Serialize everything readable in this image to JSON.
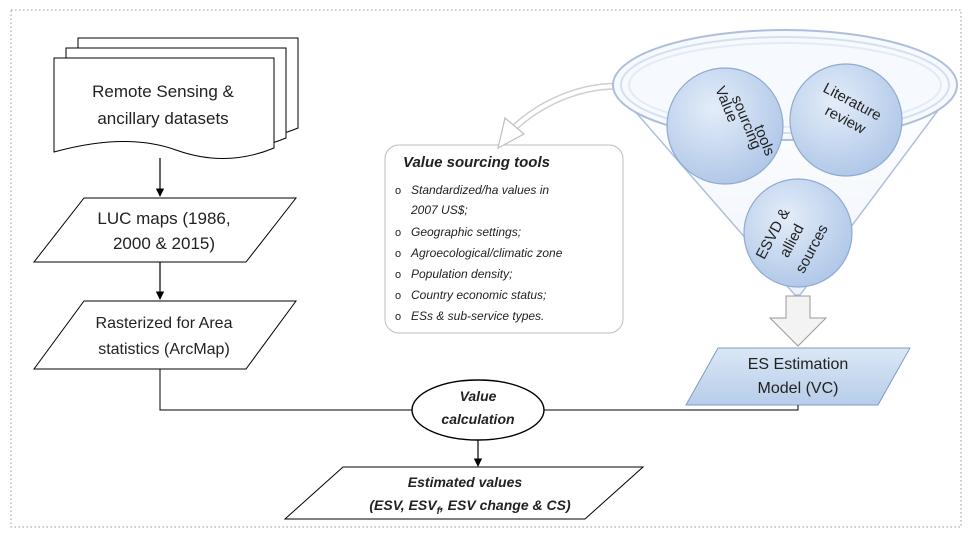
{
  "inputs": {
    "line1": "Remote Sensing &",
    "line2": "ancillary datasets"
  },
  "luc_maps": {
    "line1": "LUC maps (1986,",
    "line2": "2000 & 2015)"
  },
  "rasterized": {
    "line1": "Rasterized for Area",
    "line2": "statistics (ArcMap)"
  },
  "value_calc": {
    "line1": "Value",
    "line2": "calculation"
  },
  "estimated": {
    "line1": "Estimated values",
    "line2_a": "(ESV, ESV",
    "line2_sub": "f",
    "line2_b": ", ESV change & CS)"
  },
  "tools_panel": {
    "title": "Value sourcing tools",
    "bullet": "o",
    "items": [
      "Standardized/ha values in",
      "2007 US$;",
      "Geographic settings;",
      "Agroecological/climatic zone",
      "Population density;",
      "Country economic status;",
      "ESs & sub-service types."
    ]
  },
  "funnel": {
    "circle1": [
      "Value",
      "sourcing",
      "tools"
    ],
    "circle2": [
      "Literature",
      "review"
    ],
    "circle3": [
      "ESVD &",
      "allied",
      "sources"
    ]
  },
  "model": {
    "line1": "ES Estimation",
    "line2": "Model  (VC)"
  },
  "colors": {
    "line": "#000000",
    "funnel_stroke": "#aebfdc",
    "circle_fill": "#bcd0ec",
    "model_fill": "#c6d9f0",
    "panel_stroke": "#bdbdbd",
    "frame": "#9a9a9a"
  }
}
